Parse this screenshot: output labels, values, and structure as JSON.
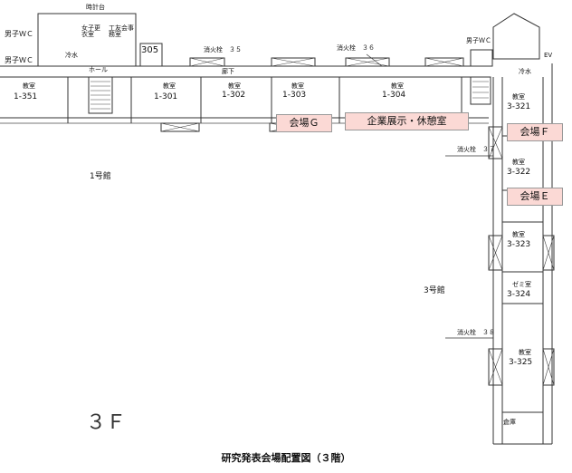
{
  "clock_tower": "時計台",
  "building_1": "1号館",
  "building_3": "3号館",
  "floor": "３Ｆ",
  "caption": "研究発表会場配置図（３階）",
  "restrooms": {
    "male_1": "男子ＷＣ",
    "male_1b": "男子ＷＣ",
    "male_3": "男子ＷＣ",
    "female_1": "女子更衣室",
    "cold_water_1": "冷水",
    "cold_water_2": "冷水"
  },
  "small_rooms": {
    "staff": "工友会事務室",
    "hall": "ホール",
    "corridor": "廊下",
    "seminar": "ゼミ室",
    "storage": "倉庫",
    "ev": "EV"
  },
  "hydrants": {
    "h35": "消火栓　３５",
    "h36": "消火栓　３６",
    "h37": "消火栓　３７",
    "h38": "消火栓　３８"
  },
  "rooms": [
    {
      "label": "教室",
      "number": "1-351"
    },
    {
      "label": "教室",
      "number": "1-301"
    },
    {
      "label": "教室",
      "number": "1-302"
    },
    {
      "label": "教室",
      "number": "1-303"
    },
    {
      "label": "教室",
      "number": "1-304"
    },
    {
      "label": "",
      "number": "305"
    },
    {
      "label": "教室",
      "number": "3-321"
    },
    {
      "label": "教室",
      "number": "3-322"
    },
    {
      "label": "教室",
      "number": "3-323"
    },
    {
      "label": "",
      "number": "3-324"
    },
    {
      "label": "教室",
      "number": "3-325"
    }
  ],
  "venues": {
    "g": "会場Ｇ",
    "expo": "企業展示・休憩室",
    "f": "会場Ｆ",
    "e": "会場Ｅ"
  }
}
